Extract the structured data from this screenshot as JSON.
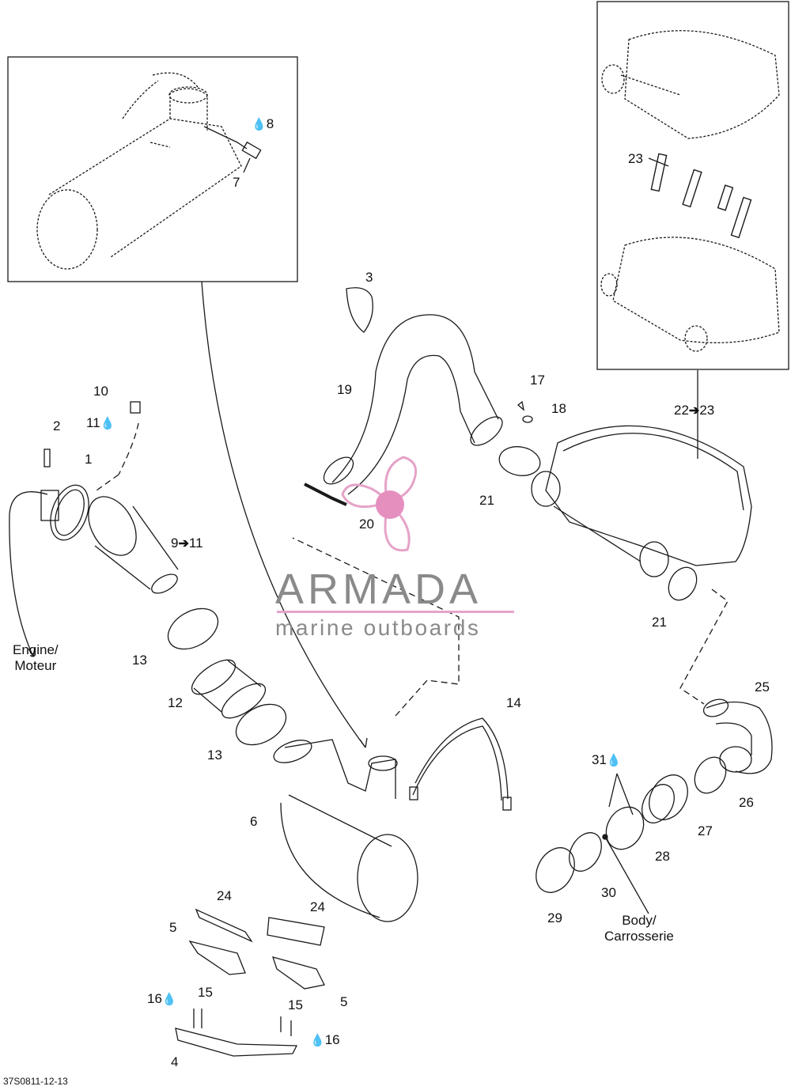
{
  "callouts": {
    "c1": "1",
    "c2": "2",
    "c3": "3",
    "c4": "4",
    "c5a": "5",
    "c5b": "5",
    "c6": "6",
    "c7": "7",
    "c8": "8",
    "c9_11": "9",
    "c9_11b": "11",
    "c10": "10",
    "c11": "11",
    "c12": "12",
    "c13a": "13",
    "c13b": "13",
    "c14": "14",
    "c15a": "15",
    "c15b": "15",
    "c16a": "16",
    "c16b": "16",
    "c17": "17",
    "c18": "18",
    "c19": "19",
    "c20": "20",
    "c21a": "21",
    "c21b": "21",
    "c22": "22",
    "c23": "23",
    "c23a": "23",
    "c24a": "24",
    "c24b": "24",
    "c25": "25",
    "c26": "26",
    "c27": "27",
    "c28": "28",
    "c29": "29",
    "c30": "30",
    "c31": "31"
  },
  "labels": {
    "engine_line1": "Engine/",
    "engine_line2": "Moteur",
    "body_line1": "Body/",
    "body_line2": "Carrosserie"
  },
  "watermark": {
    "brand": "ARMADA",
    "tagline": "marine outboards"
  },
  "document_id": "37S0811-12-13",
  "colors": {
    "line": "#1a1a1a",
    "watermark_text": "#8a8a8a",
    "watermark_accent": "#e6a3c8",
    "watermark_hub": "#e58fbf"
  },
  "icons": {
    "drop": "oil-drop-icon",
    "arrow": "right-arrow-icon"
  }
}
